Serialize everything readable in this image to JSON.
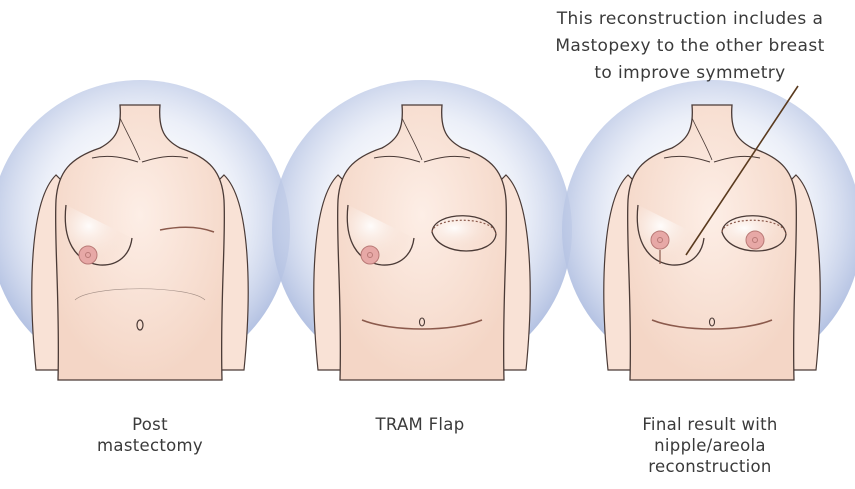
{
  "annotation": {
    "lines": [
      "This reconstruction includes a",
      "Mastopexy to the other breast",
      "to improve symmetry"
    ]
  },
  "panels": [
    {
      "id": "post-mastectomy",
      "caption": [
        "Post",
        "mastectomy"
      ]
    },
    {
      "id": "tram-flap",
      "caption": [
        "TRAM Flap"
      ]
    },
    {
      "id": "final-result",
      "caption": [
        "Final result with",
        "nipple/areola",
        "reconstruction"
      ]
    }
  ],
  "colors": {
    "skin": "#f9e2d6",
    "outline": "#4a3a36",
    "nipple": "#e7a8a6",
    "halo": "#aebde0",
    "scar": "#8b5a4c",
    "pointer": "#5a3a1e"
  }
}
